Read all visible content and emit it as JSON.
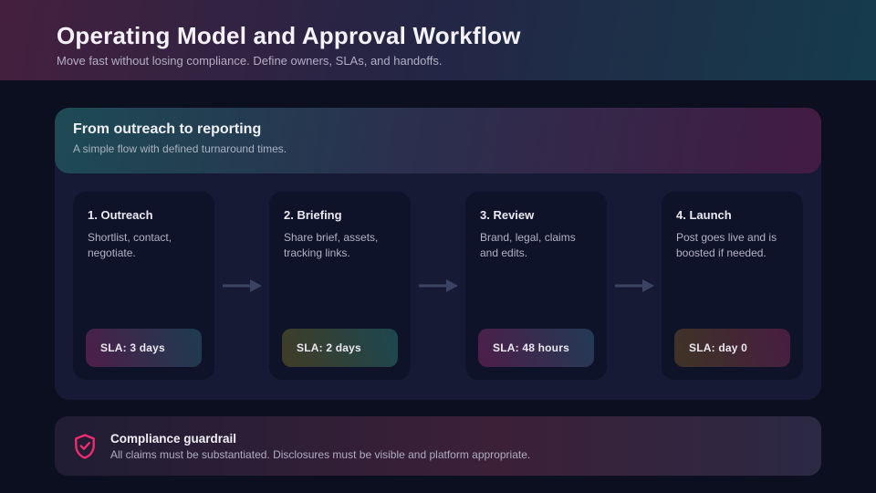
{
  "header": {
    "title": "Operating Model and Approval Workflow",
    "subtitle": "Move fast without losing compliance. Define owners, SLAs, and handoffs."
  },
  "flow": {
    "banner": {
      "title": "From outreach to reporting",
      "subtitle": "A simple flow with defined turnaround times."
    },
    "steps": [
      {
        "title": "1. Outreach",
        "description": "Shortlist, contact, negotiate.",
        "sla": "SLA: 3 days",
        "badge_gradient_from": "#4e1e49",
        "badge_gradient_to": "#1c3c50"
      },
      {
        "title": "2. Briefing",
        "description": "Share brief, assets, tracking links.",
        "sla": "SLA: 2 days",
        "badge_gradient_from": "#403c25",
        "badge_gradient_to": "#1d4750"
      },
      {
        "title": "3. Review",
        "description": "Brand, legal, claims and edits.",
        "sla": "SLA: 48 hours",
        "badge_gradient_from": "#4e1e49",
        "badge_gradient_to": "#223a55"
      },
      {
        "title": "4. Launch",
        "description": "Post goes live and is boosted if needed.",
        "sla": "SLA: day 0",
        "badge_gradient_from": "#3e3424",
        "badge_gradient_to": "#471d42"
      }
    ]
  },
  "compliance": {
    "title": "Compliance guardrail",
    "body": "All claims must be substantiated. Disclosures must be visible and platform appropriate."
  },
  "colors": {
    "page_bg": "#0b0f20",
    "panel_bg": "#161a34",
    "card_bg": "#0f1329",
    "arrow": "#3b4364",
    "accent_pink": "#ec2e6e",
    "header_gradient": [
      "#44203e",
      "#242545",
      "#153c4c"
    ],
    "banner_gradient": [
      "#1d4a55",
      "#2b2f4e",
      "#431b42"
    ],
    "compliance_gradient": [
      "#201d34",
      "#3c2038",
      "#2b2944"
    ]
  }
}
